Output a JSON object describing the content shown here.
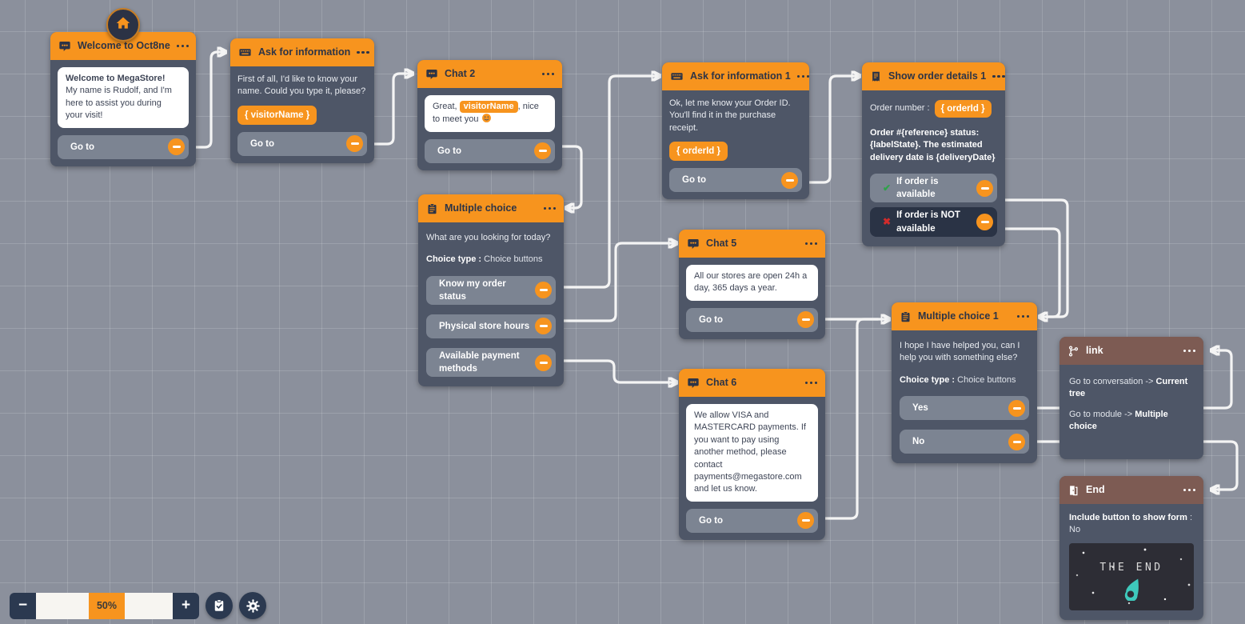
{
  "toolbar": {
    "zoom_value": "50%",
    "minus_label": "−",
    "plus_label": "+"
  },
  "icons_glyphs": {
    "check": "✔",
    "cross": "✖"
  },
  "colors": {
    "accent_orange": "#f7941e",
    "node_body": "#4e5667",
    "brown_header": "#7d5b53",
    "canvas_gray": "#8b909c",
    "connector_white": "#f4f4f4",
    "dark_navy": "#2b3950",
    "success_green": "#2fa24a",
    "error_red": "#d22b2b"
  },
  "nodes": {
    "welcome": {
      "title": "Welcome to Oct8ne",
      "message_title": "Welcome to MegaStore!",
      "message_body": "My name is Rudolf, and I'm here to assist you during your visit!",
      "goto_label": "Go to"
    },
    "ask_info": {
      "title": "Ask for information",
      "question": "First of all, I'd like to know your name. Could you type it, please?",
      "variable_tag": "{ visitorName }",
      "goto_label": "Go to"
    },
    "chat2": {
      "title": "Chat 2",
      "msg_prefix": "Great,",
      "msg_variable": "visitorName",
      "msg_suffix": ", nice to meet you",
      "goto_label": "Go to"
    },
    "multiple_choice": {
      "title": "Multiple choice",
      "question": "What are you looking for today?",
      "choice_type_label": "Choice type :",
      "choice_type_value": "Choice buttons",
      "options": [
        "Know my order status",
        "Physical store hours",
        "Available payment methods"
      ]
    },
    "ask_info1": {
      "title": "Ask for information 1",
      "question": "Ok, let me know your Order ID. You'll find it in the purchase receipt.",
      "variable_tag": "{ orderId }",
      "goto_label": "Go to"
    },
    "show_order": {
      "title": "Show order details 1",
      "order_number_label": "Order number :",
      "variable_tag": "{ orderId }",
      "status_text": "Order #{reference} status: {labelState}. The estimated delivery date is {deliveryDate}",
      "branch_available": "If order is available",
      "branch_not_available": "If order is NOT available"
    },
    "chat5": {
      "title": "Chat 5",
      "message": "All our stores are open 24h a day, 365 days a year.",
      "goto_label": "Go to"
    },
    "chat6": {
      "title": "Chat 6",
      "message": "We allow VISA and MASTERCARD payments. If you want to pay using another method, please contact payments@megastore.com and let us know.",
      "goto_label": "Go to"
    },
    "multiple_choice1": {
      "title": "Multiple choice 1",
      "question": "I hope I have helped you, can I help you with something else?",
      "choice_type_label": "Choice type :",
      "choice_type_value": "Choice buttons",
      "options": [
        "Yes",
        "No"
      ]
    },
    "link": {
      "title": "link",
      "conversation_label": "Go to conversation ->",
      "conversation_value": "Current tree",
      "module_label": "Go to module ->",
      "module_value": "Multiple choice"
    },
    "end": {
      "title": "End",
      "form_label": "Include button to show form",
      "form_separator": ":",
      "form_value": "No",
      "image_text": "THE END"
    }
  }
}
